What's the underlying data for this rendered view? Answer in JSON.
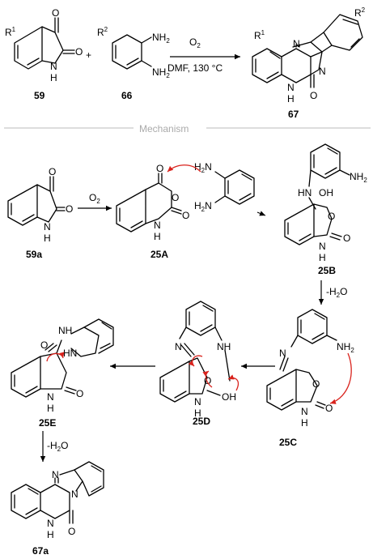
{
  "scheme": {
    "section_heading": "Mechanism",
    "compounds": {
      "c59": "59",
      "c66": "66",
      "c67": "67",
      "c59a": "59a",
      "c25A": "25A",
      "c25B": "25B",
      "c25C": "25C",
      "c25D": "25D",
      "c25E": "25E",
      "c67a": "67a"
    },
    "conditions": {
      "reagent_top": "O",
      "reagent_top_sub": "2",
      "solvent_temp": "DMF, 130 °C",
      "plus": "+",
      "mech_step1": "O",
      "mech_step1_sub": "2",
      "dehydration_1": "-H",
      "dehydration_1_sub": "2",
      "dehydration_1_tail": "O",
      "dehydration_2": "-H",
      "dehydration_2_sub": "2",
      "dehydration_2_tail": "O"
    },
    "atoms": {
      "O": "O",
      "N": "N",
      "H": "H",
      "NH": "NH",
      "HN": "HN",
      "OH": "OH",
      "NH2": "NH",
      "H2N": "H",
      "sub2": "2",
      "R": "R",
      "R1_sup": "1",
      "R2_sup": "2"
    },
    "colors": {
      "ink": "#000000",
      "curly_arrow": "#d9231d",
      "divider": "#bbbbbb",
      "heading": "#aaaaaa"
    }
  }
}
